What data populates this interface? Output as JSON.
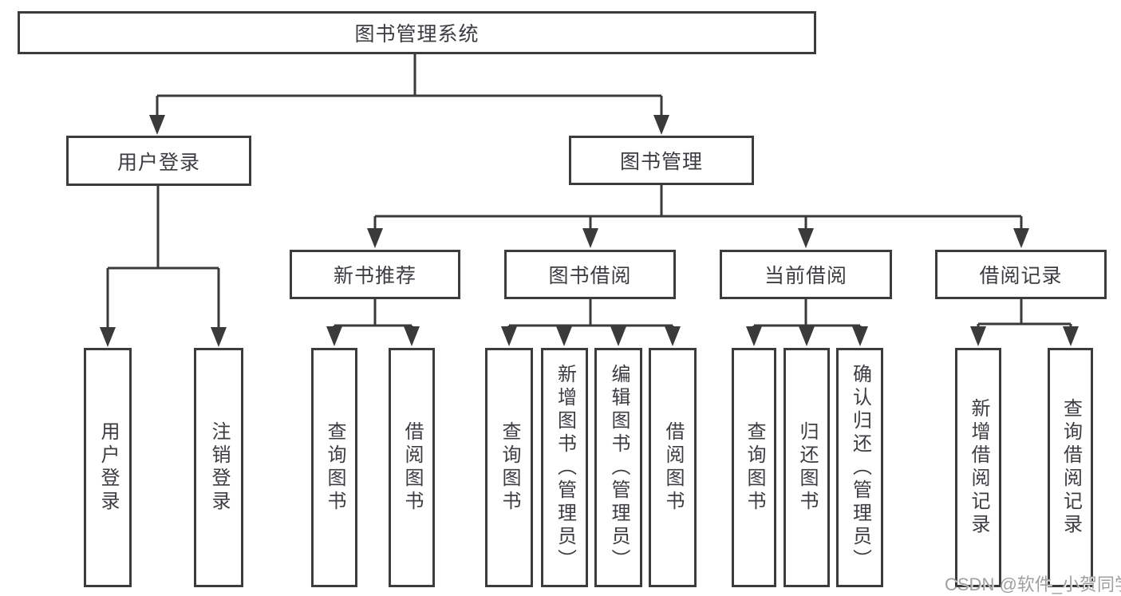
{
  "diagram": {
    "type": "hierarchy-tree",
    "root": {
      "label": "图书管理系统"
    },
    "level1": [
      {
        "label": "用户登录"
      },
      {
        "label": "图书管理"
      }
    ],
    "level2": [
      {
        "label": "新书推荐",
        "parent": "图书管理"
      },
      {
        "label": "图书借阅",
        "parent": "图书管理"
      },
      {
        "label": "当前借阅",
        "parent": "图书管理"
      },
      {
        "label": "借阅记录",
        "parent": "图书管理"
      }
    ],
    "leaves": [
      {
        "label": "用户登录",
        "parent": "用户登录"
      },
      {
        "label": "注销登录",
        "parent": "用户登录"
      },
      {
        "label": "查询图书",
        "parent": "新书推荐"
      },
      {
        "label": "借阅图书",
        "parent": "新书推荐"
      },
      {
        "label": "查询图书",
        "parent": "图书借阅"
      },
      {
        "label": "新增图书（管理员）",
        "parent": "图书借阅"
      },
      {
        "label": "编辑图书（管理员）",
        "parent": "图书借阅"
      },
      {
        "label": "借阅图书",
        "parent": "图书借阅"
      },
      {
        "label": "查询图书",
        "parent": "当前借阅"
      },
      {
        "label": "归还图书",
        "parent": "当前借阅"
      },
      {
        "label": "确认归还（管理员）",
        "parent": "当前借阅"
      },
      {
        "label": "新增借阅记录",
        "parent": "借阅记录"
      },
      {
        "label": "查询借阅记录",
        "parent": "借阅记录"
      }
    ],
    "colors": {
      "line": "#3a3a3a",
      "border": "#3c3c3c",
      "text": "#3b3d41",
      "background": "#ffffff",
      "watermark_text": "#a0a0a0"
    },
    "watermark": "CSDN @软件_小贺同学"
  }
}
